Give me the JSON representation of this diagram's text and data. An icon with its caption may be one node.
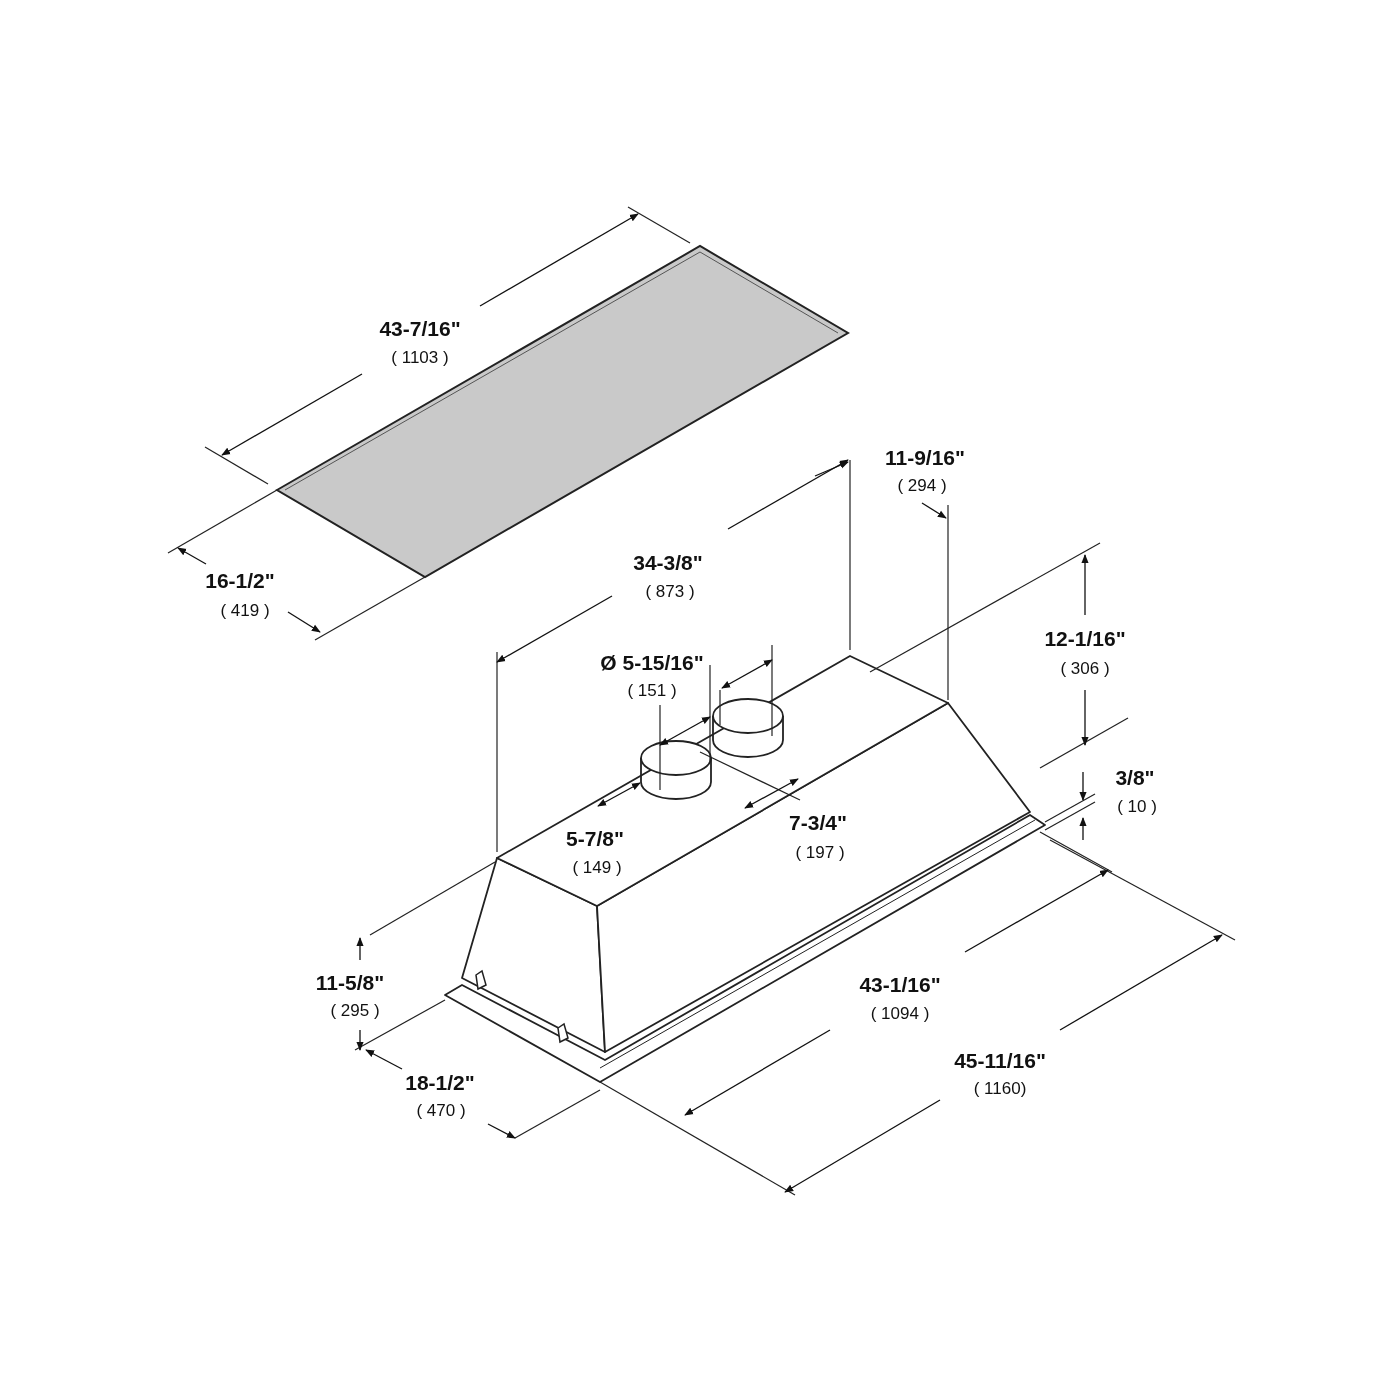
{
  "diagram": {
    "labels": [
      "43-7/16\"",
      "( 1103 )",
      "11-9/16\"",
      "( 294 )",
      "16-1/2\"",
      "( 419 )",
      "34-3/8\"",
      "( 873 )",
      "12-1/16\"",
      "( 306 )",
      "Ø 5-15/16\"",
      "( 151 )",
      "3/8\"",
      "( 10 )",
      "5-7/8\"",
      "( 149 )",
      "7-3/4\"",
      "( 197 )",
      "11-5/8\"",
      "( 295 )",
      "43-1/16\"",
      "( 1094 )",
      "18-1/2\"",
      "( 470 )",
      "45-11/16\"",
      "( 1160)"
    ]
  }
}
